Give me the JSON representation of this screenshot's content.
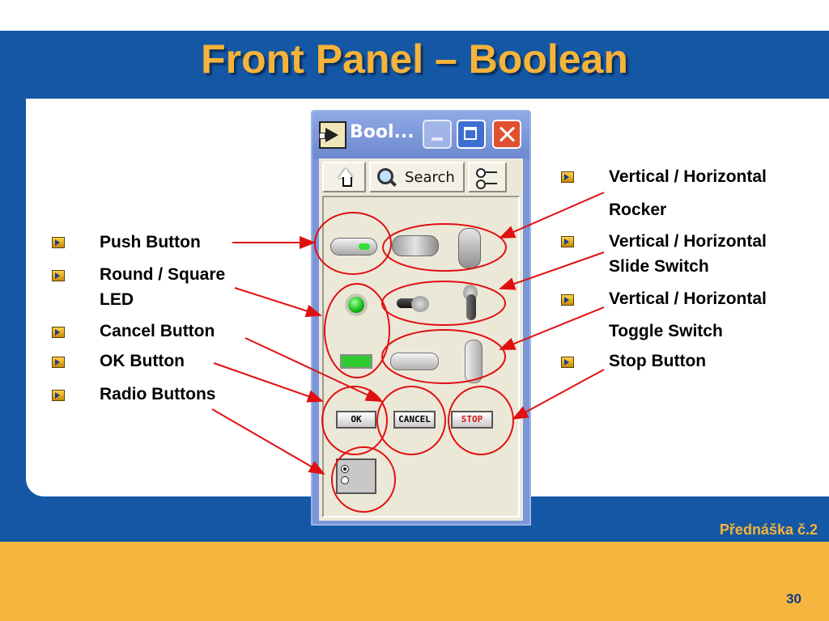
{
  "slide": {
    "title": "Front Panel – Boolean",
    "lecture": "Přednáška č.2",
    "page_number": "30"
  },
  "window": {
    "title": "Bool...",
    "toolbar": {
      "up_icon": "up-arrow-icon",
      "search_label": "Search",
      "options_icon": "view-options-icon"
    },
    "controls": {
      "ok_label": "OK",
      "cancel_label": "CANCEL",
      "stop_label": "STOP"
    }
  },
  "left_bullets": [
    {
      "text": "Push Button"
    },
    {
      "text": "Round / Square"
    },
    {
      "text": "LED"
    },
    {
      "text": "Cancel Button"
    },
    {
      "text": "OK Button"
    },
    {
      "text": "Radio Buttons"
    }
  ],
  "right_bullets": [
    {
      "text": "Vertical / Horizontal"
    },
    {
      "text": "Rocker"
    },
    {
      "text": "Vertical / Horizontal"
    },
    {
      "text": "Slide Switch"
    },
    {
      "text": "Vertical / Horizontal"
    },
    {
      "text": "Toggle Switch"
    },
    {
      "text": "Stop Button"
    }
  ],
  "colors": {
    "frame_blue": "#1458a5",
    "title_orange": "#f6b339",
    "footer_orange": "#f5b53f",
    "annotation_red": "#e01010"
  }
}
